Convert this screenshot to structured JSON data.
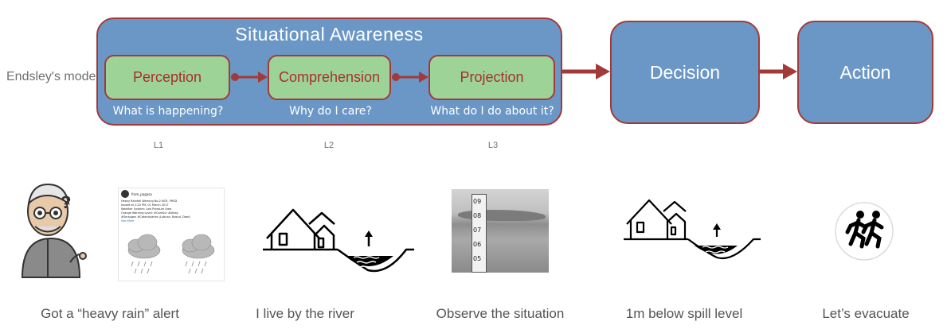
{
  "model_label": "Endsley's model",
  "situational_awareness": {
    "title": "Situational Awareness",
    "stages": [
      {
        "label": "Perception",
        "caption": "What is happening?",
        "level": "L1"
      },
      {
        "label": "Comprehension",
        "caption": "Why do I care?",
        "level": "L2"
      },
      {
        "label": "Projection",
        "caption": "What do I do about it?",
        "level": "L3"
      }
    ]
  },
  "decision": {
    "label": "Decision"
  },
  "action": {
    "label": "Action"
  },
  "tweet": {
    "user": "from_pagasa",
    "lines": [
      "Heavy Rainfall Warning No.2 NCR, PRSD",
      "Issued at 2:20 PM, 01 March 2017",
      "Weather System: Low Pressure Area",
      "Orange Warning Level: #CamSur #Albay",
      "#Sorsogon #Catanduanes (Lubuan, Basud, Daet)",
      "See More"
    ]
  },
  "gauge_marks": [
    "09",
    "08",
    "07",
    "06",
    "05"
  ],
  "examples": [
    {
      "caption": "Got a “heavy rain” alert"
    },
    {
      "caption": "I live by the river"
    },
    {
      "caption": "Observe the situation"
    },
    {
      "caption": "1m below spill level"
    },
    {
      "caption": "Let’s evacuate"
    }
  ],
  "colors": {
    "box_blue": "#6b97c6",
    "box_border": "#a33a3a",
    "stage_green": "#9dd396",
    "arrow": "#a33a3a"
  }
}
